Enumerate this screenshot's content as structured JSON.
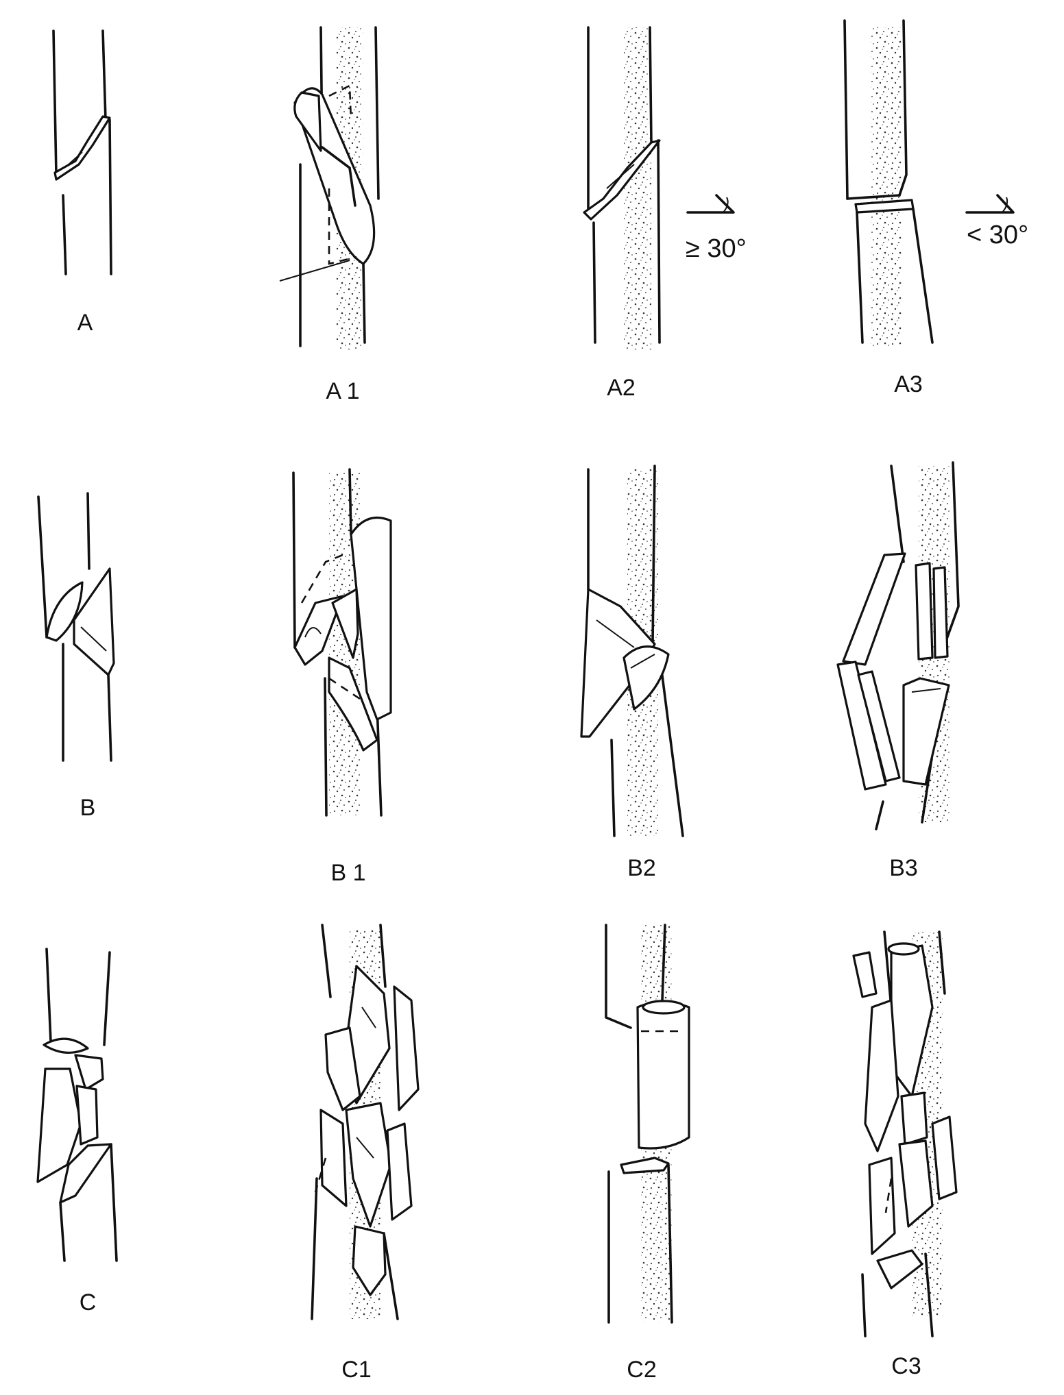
{
  "panels": [
    {
      "id": "A",
      "label": "A"
    },
    {
      "id": "A1",
      "label": "A 1"
    },
    {
      "id": "A2",
      "label": "A2"
    },
    {
      "id": "A3",
      "label": "A3"
    },
    {
      "id": "B",
      "label": "B"
    },
    {
      "id": "B1",
      "label": "B 1"
    },
    {
      "id": "B2",
      "label": "B2"
    },
    {
      "id": "B3",
      "label": "B3"
    },
    {
      "id": "C",
      "label": "C"
    },
    {
      "id": "C1",
      "label": "C1"
    },
    {
      "id": "C2",
      "label": "C2"
    },
    {
      "id": "C3",
      "label": "C3"
    }
  ],
  "angle_annotations": {
    "a2": "≥ 30°",
    "a3": "< 30°"
  },
  "colors": {
    "ink": "#111111",
    "paper": "#ffffff"
  }
}
